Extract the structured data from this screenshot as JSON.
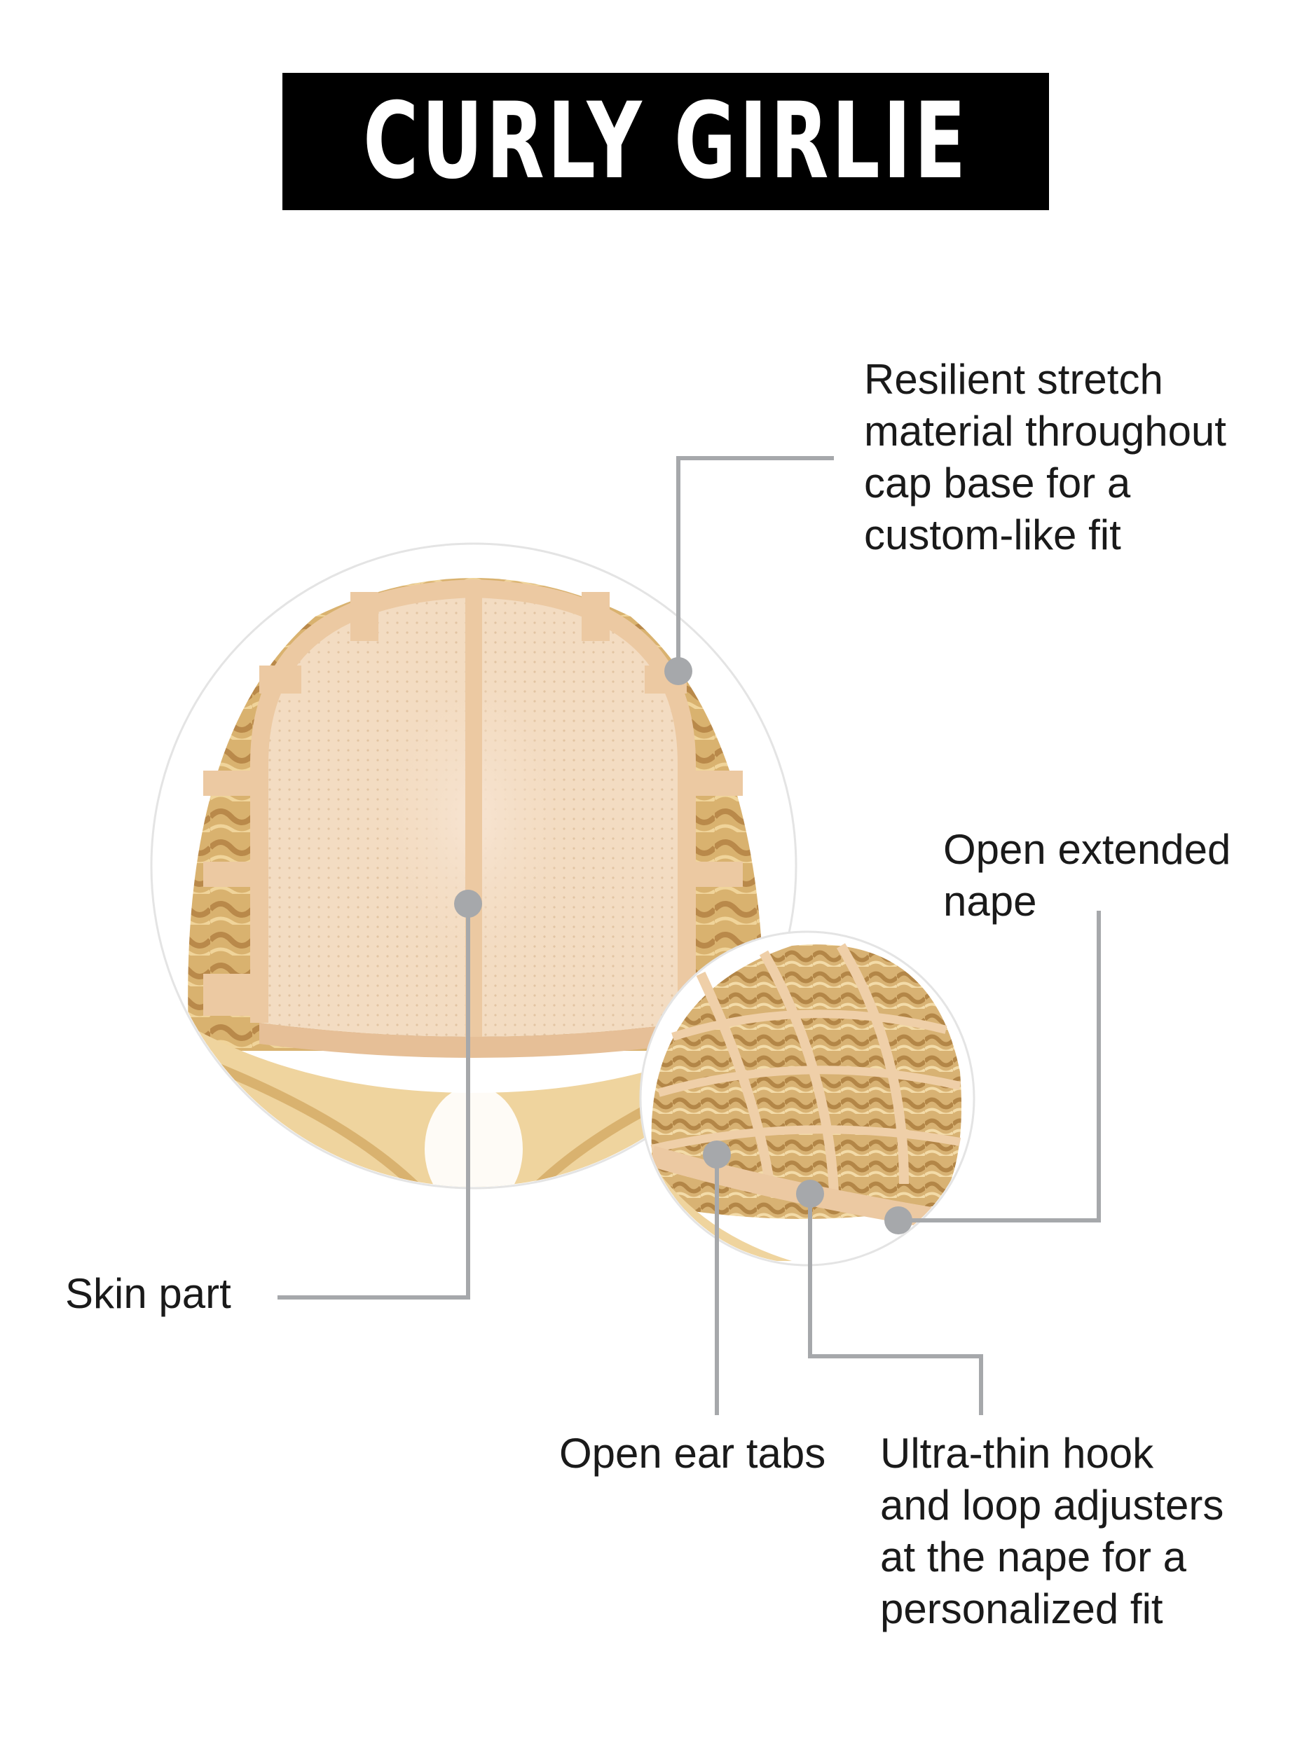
{
  "title": "CURLY GIRLIE",
  "colors": {
    "title_bg": "#000000",
    "title_text": "#ffffff",
    "leader_line": "#a6a8ab",
    "body_text": "#1a1a1a",
    "cap_lace": "#f3d9bc",
    "cap_band": "#ecc9a2",
    "hair_blonde": "#d8b06c",
    "hair_light": "#f2dcb0"
  },
  "callouts": {
    "stretch_material": [
      "Resilient stretch",
      "material throughout",
      "cap base for a",
      "custom-like fit"
    ],
    "extended_nape": [
      "Open extended",
      "nape"
    ],
    "skin_part": [
      "Skin part"
    ],
    "ear_tabs": [
      "Open ear tabs"
    ],
    "hook_loop": [
      "Ultra-thin hook",
      "and loop adjusters",
      "at the nape for a",
      "personalized fit"
    ]
  }
}
